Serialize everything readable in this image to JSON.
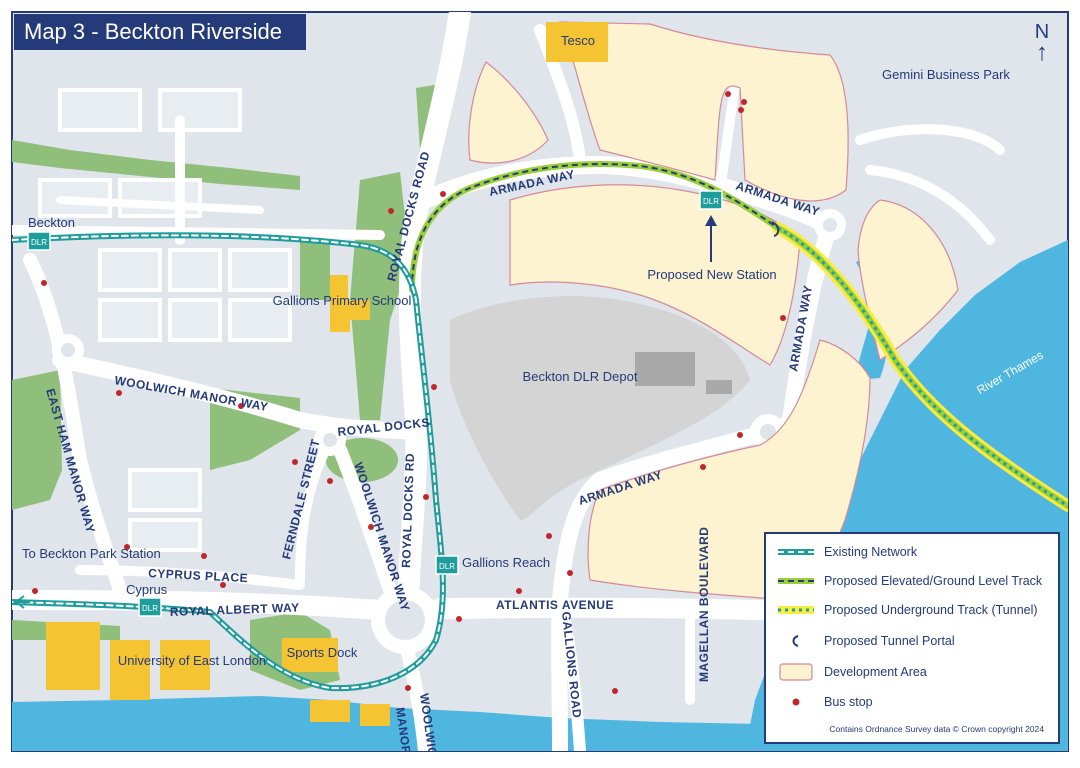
{
  "title": "Map 3 - Beckton Riverside",
  "north": "N",
  "colors": {
    "land": "#dfe5ea",
    "road": "#ffffff",
    "green": "#8fbf7a",
    "water": "#4fb6e0",
    "building": "#f4c432",
    "depot": "#d4d4d4",
    "development": "#fdf3d0",
    "development_border": "#d6899b",
    "existing_track": "#1f9d9d",
    "proposed_track": "#9bcf3a",
    "tunnel_highlight": "#f8ec42",
    "bus_stop": "#c0272d",
    "navy": "#253a78"
  },
  "stations": {
    "beckton": "Beckton",
    "cyprus": "Cyprus",
    "gallions_reach": "Gallions Reach",
    "proposed": "Proposed New Station",
    "dlr_icon": "DLR"
  },
  "places": {
    "tesco": "Tesco",
    "gemini": "Gemini Business Park",
    "gallions_school": "Gallions Primary School",
    "depot": "Beckton DLR Depot",
    "river": "River Thames",
    "to_beckton_park": "To Beckton Park Station",
    "uel": "University of East London",
    "sports_dock": "Sports Dock"
  },
  "roads": {
    "armada_way": "ARMADA WAY",
    "royal_docks_road": "ROYAL DOCKS ROAD",
    "royal_docks_rd": "ROYAL DOCKS RD",
    "royal_docks": "ROYAL DOCKS",
    "woolwich_manor_way": "WOOLWICH MANOR WAY",
    "east_ham_manor_way": "EAST HAM MANOR WAY",
    "ferndale_street": "FERNDALE STREET",
    "cyprus_place": "CYPRUS PLACE",
    "royal_albert_way": "ROYAL ALBERT WAY",
    "atlantis_avenue": "ATLANTIS AVENUE",
    "gallions_road": "GALLIONS ROAD",
    "magellan_boulevard": "MAGELLAN BOULEVARD",
    "manor_way": "MANOR WAY",
    "woolwich": "WOOLWICH"
  },
  "legend": {
    "items": [
      {
        "label": "Existing Network",
        "symbol": "existing-track"
      },
      {
        "label": "Proposed Elevated/Ground Level Track",
        "symbol": "proposed-track"
      },
      {
        "label": "Proposed Underground Track (Tunnel)",
        "symbol": "tunnel-track"
      },
      {
        "label": "Proposed Tunnel Portal",
        "symbol": "tunnel-portal"
      },
      {
        "label": "Development Area",
        "symbol": "development-area"
      },
      {
        "label": "Bus stop",
        "symbol": "bus-stop"
      }
    ],
    "credit": "Contains Ordnance Survey data © Crown copyright 2024"
  }
}
